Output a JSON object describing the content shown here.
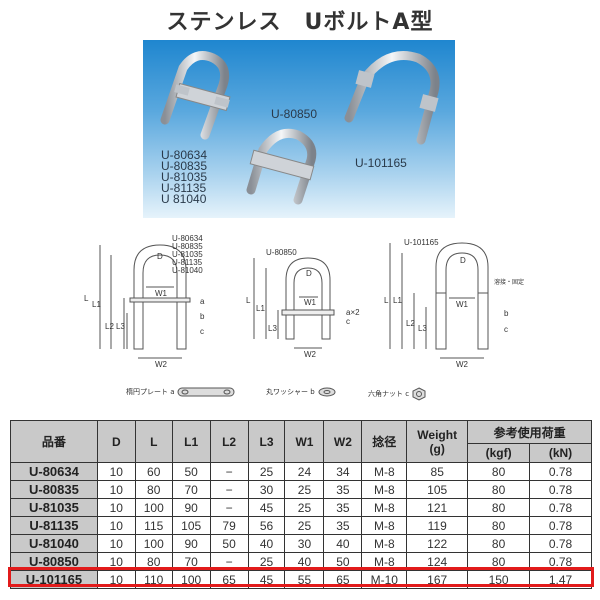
{
  "title": "ステンレス　UボルトA型",
  "photo": {
    "labels": {
      "group_a": [
        "U-80634",
        "U-80835",
        "U-81035",
        "U-81135",
        "U 81040"
      ],
      "u80850": "U-80850",
      "u101165": "U-101165"
    }
  },
  "diagrams": {
    "left": {
      "models": [
        "U-80634",
        "U-80835",
        "U-81035",
        "U-81135",
        "U-81040"
      ],
      "dims": {
        "D": "D",
        "W1": "W1",
        "W2": "W2",
        "L": "L",
        "L1": "L1",
        "L2": "L2",
        "L3": "L3"
      },
      "parts": [
        "a",
        "b",
        "c"
      ]
    },
    "center": {
      "model": "U-80850",
      "dims": {
        "D": "D",
        "W1": "W1",
        "W2": "W2",
        "L": "L",
        "L1": "L1",
        "L3": "L3"
      },
      "parts": [
        "a×2",
        "c"
      ]
    },
    "right": {
      "model": "U-101165",
      "dims": {
        "D": "D",
        "W1": "W1",
        "W2": "W2",
        "L": "L",
        "L1": "L1",
        "L2": "L2",
        "L3": "L3"
      },
      "note": "溶接・固定",
      "parts": [
        "b",
        "c"
      ]
    }
  },
  "parts_legend": [
    {
      "label": "楕円プレート a",
      "icon": "oval-plate-icon"
    },
    {
      "label": "丸ワッシャー b",
      "icon": "round-washer-icon"
    },
    {
      "label": "六角ナット c",
      "icon": "hex-nut-icon"
    }
  ],
  "table": {
    "headers": {
      "part_no": "品番",
      "D": "D",
      "L": "L",
      "L1": "L1",
      "L2": "L2",
      "L3": "L3",
      "W1": "W1",
      "W2": "W2",
      "thread": "捻径",
      "weight": "Weight",
      "weight_unit": "(g)",
      "load": "参考使用荷重",
      "kgf": "(kgf)",
      "kN": "(kN)"
    },
    "rows": [
      {
        "part_no": "U-80634",
        "D": "10",
        "L": "60",
        "L1": "50",
        "L2": "−",
        "L3": "25",
        "W1": "24",
        "W2": "34",
        "thread": "M-8",
        "weight": "85",
        "kgf": "80",
        "kN": "0.78"
      },
      {
        "part_no": "U-80835",
        "D": "10",
        "L": "80",
        "L1": "70",
        "L2": "−",
        "L3": "30",
        "W1": "25",
        "W2": "35",
        "thread": "M-8",
        "weight": "105",
        "kgf": "80",
        "kN": "0.78"
      },
      {
        "part_no": "U-81035",
        "D": "10",
        "L": "100",
        "L1": "90",
        "L2": "−",
        "L3": "45",
        "W1": "25",
        "W2": "35",
        "thread": "M-8",
        "weight": "121",
        "kgf": "80",
        "kN": "0.78"
      },
      {
        "part_no": "U-81135",
        "D": "10",
        "L": "115",
        "L1": "105",
        "L2": "79",
        "L3": "56",
        "W1": "25",
        "W2": "35",
        "thread": "M-8",
        "weight": "119",
        "kgf": "80",
        "kN": "0.78"
      },
      {
        "part_no": "U-81040",
        "D": "10",
        "L": "100",
        "L1": "90",
        "L2": "50",
        "L3": "40",
        "W1": "30",
        "W2": "40",
        "thread": "M-8",
        "weight": "122",
        "kgf": "80",
        "kN": "0.78"
      },
      {
        "part_no": "U-80850",
        "D": "10",
        "L": "80",
        "L1": "70",
        "L2": "−",
        "L3": "25",
        "W1": "40",
        "W2": "50",
        "thread": "M-8",
        "weight": "124",
        "kgf": "80",
        "kN": "0.78"
      },
      {
        "part_no": "U-101165",
        "D": "10",
        "L": "110",
        "L1": "100",
        "L2": "65",
        "L3": "45",
        "W1": "55",
        "W2": "65",
        "thread": "M-10",
        "weight": "167",
        "kgf": "150",
        "kN": "1.47"
      }
    ],
    "highlighted_row": "U-101165",
    "highlight_color": "#e21b1b"
  }
}
